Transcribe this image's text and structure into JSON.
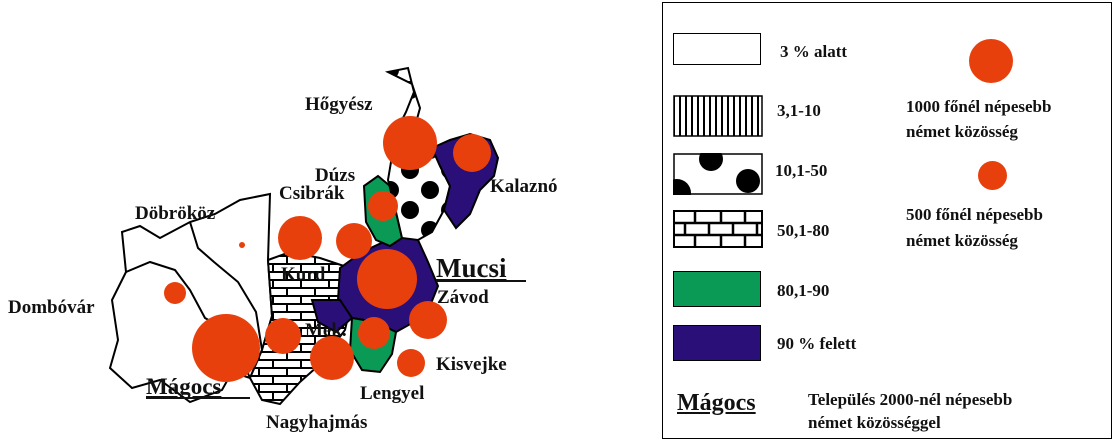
{
  "places": {
    "hogyesz": "Hőgyész",
    "duzs": "Dúzs",
    "csibrak": "Csibrák",
    "kalazno": "Kalaznó",
    "dobrokoz": "Döbrököz",
    "kurd": "Kurd",
    "mucsi": "Mucsi",
    "zavod": "Závod",
    "dombovar": "Dombóvár",
    "mek": "Mek.",
    "kisvejke": "Kisvejke",
    "magocs": "Mágocs",
    "lengyel": "Lengyel",
    "nagyhajmas": "Nagyhajmás"
  },
  "legend": {
    "categories": [
      {
        "label": "3 % alatt",
        "pattern": "blank"
      },
      {
        "label": "3,1-10",
        "pattern": "vertical-stripes"
      },
      {
        "label": "10,1-50",
        "pattern": "dots"
      },
      {
        "label": "50,1-80",
        "pattern": "bricks"
      },
      {
        "label": "80,1-90",
        "pattern": "green"
      },
      {
        "label": "90 % felett",
        "pattern": "purple"
      }
    ],
    "big_circle_line1": "1000 főnél népesebb",
    "big_circle_line2": "német közösség",
    "small_circle_line1": "500 főnél népesebb",
    "small_circle_line2": "német közösség",
    "town_sample": "Mágocs",
    "town_line1": "Település 2000-nél népesebb",
    "town_line2": "német közösséggel"
  },
  "colors": {
    "community": "#e8400c",
    "green": "#0a9a55",
    "purple": "#2a0f78",
    "outline": "#000000"
  }
}
